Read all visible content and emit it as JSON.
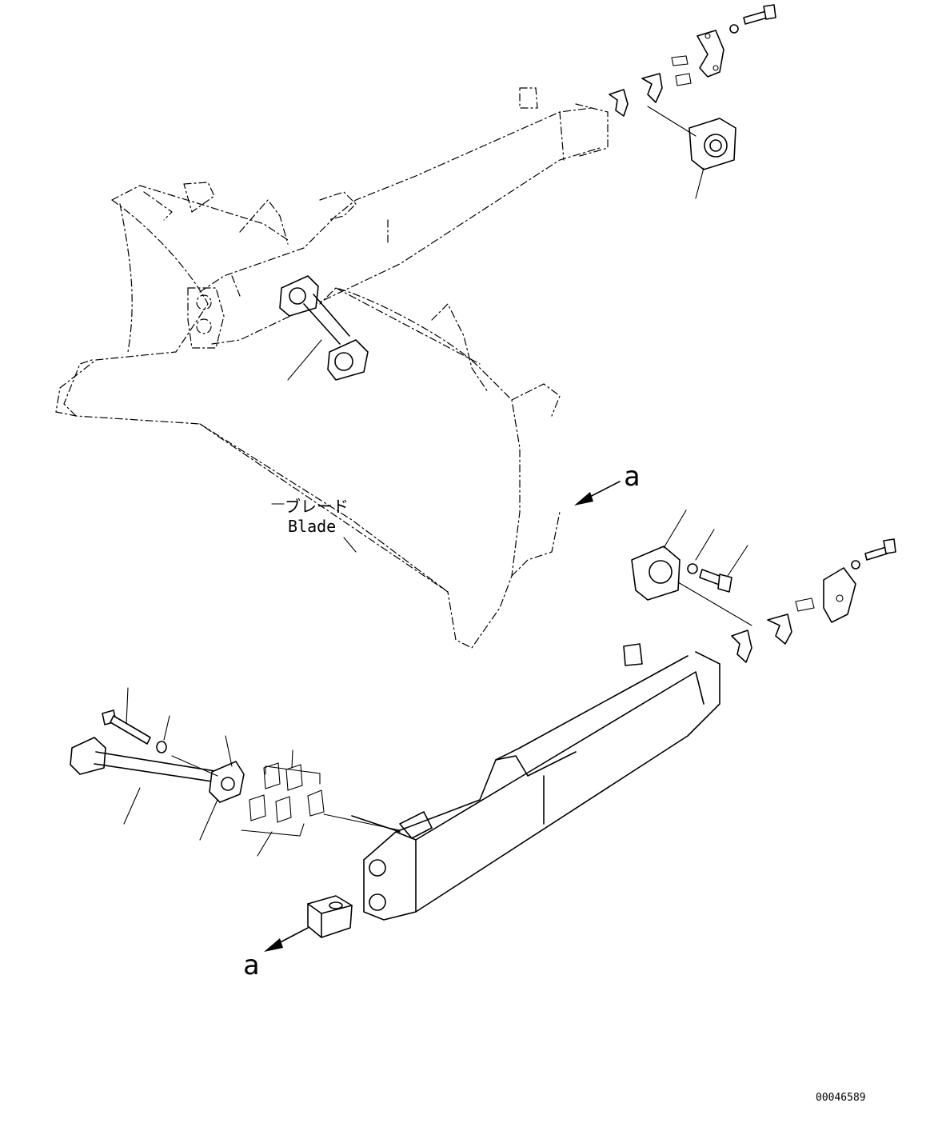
{
  "labels": {
    "blade_jp": "ブレード",
    "blade_en": "Blade",
    "view_a_top": "a",
    "view_a_bottom": "a",
    "drawing_number": "00046589"
  }
}
